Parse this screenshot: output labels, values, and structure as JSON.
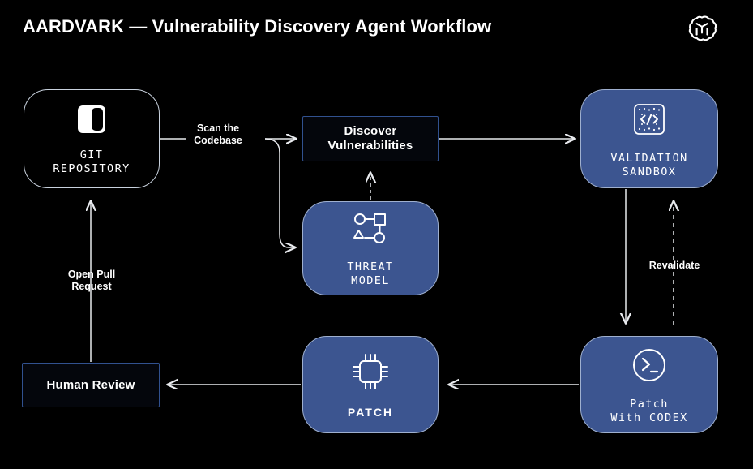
{
  "header": {
    "title": "AARDVARK — Vulnerability Discovery Agent Workflow",
    "logo": "openai-logo"
  },
  "theme": {
    "background": "#000000",
    "node_fill_blue": "#3c5590",
    "node_border_light": "#c9d2de",
    "rect_border_blue": "#31518f",
    "edge_color": "#ffffff",
    "text_color": "#ffffff"
  },
  "diagram": {
    "type": "flowchart",
    "nodes": [
      {
        "id": "git-repository",
        "label": "GIT\nREPOSITORY",
        "line1": "GIT",
        "line2": "REPOSITORY",
        "style": "outline",
        "icon": "repository-icon"
      },
      {
        "id": "discover-vulnerabilities",
        "label": "Discover\nVulnerabilities",
        "line1": "Discover",
        "line2": "Vulnerabilities",
        "style": "rect",
        "icon": null
      },
      {
        "id": "validation-sandbox",
        "label": "VALIDATION\nSANDBOX",
        "line1": "VALIDATION",
        "line2": "SANDBOX",
        "style": "filled",
        "icon": "code-brackets-icon"
      },
      {
        "id": "threat-model",
        "label": "THREAT\nMODEL",
        "line1": "THREAT",
        "line2": "MODEL",
        "style": "filled",
        "icon": "node-graph-icon"
      },
      {
        "id": "patch",
        "label": "PATCH",
        "line1": "PATCH",
        "line2": "",
        "style": "filled",
        "icon": "chip-icon"
      },
      {
        "id": "patch-with-codex",
        "label": "Patch\nWith CODEX",
        "line1": "Patch",
        "line2": "With CODEX",
        "style": "filled",
        "icon": "terminal-prompt-icon"
      },
      {
        "id": "human-review",
        "label": "Human Review",
        "line1": "Human Review",
        "line2": "",
        "style": "rect",
        "icon": null
      }
    ],
    "edges": [
      {
        "from": "git-repository",
        "to": "discover-vulnerabilities",
        "label": "Scan the\nCodebase",
        "style": "solid"
      },
      {
        "from": "git-repository",
        "to": "threat-model",
        "label": "",
        "style": "solid"
      },
      {
        "from": "threat-model",
        "to": "discover-vulnerabilities",
        "label": "",
        "style": "dashed"
      },
      {
        "from": "discover-vulnerabilities",
        "to": "validation-sandbox",
        "label": "",
        "style": "solid"
      },
      {
        "from": "validation-sandbox",
        "to": "patch-with-codex",
        "label": "",
        "style": "solid"
      },
      {
        "from": "patch-with-codex",
        "to": "validation-sandbox",
        "label": "Revalidate",
        "style": "dashed"
      },
      {
        "from": "patch-with-codex",
        "to": "patch",
        "label": "",
        "style": "solid"
      },
      {
        "from": "patch",
        "to": "human-review",
        "label": "",
        "style": "solid"
      },
      {
        "from": "human-review",
        "to": "git-repository",
        "label": "Open Pull\nRequest",
        "style": "solid"
      }
    ],
    "edge_labels": {
      "scan": "Scan the\nCodebase",
      "pull_request": "Open Pull\nRequest",
      "revalidate": "Revalidate"
    }
  }
}
